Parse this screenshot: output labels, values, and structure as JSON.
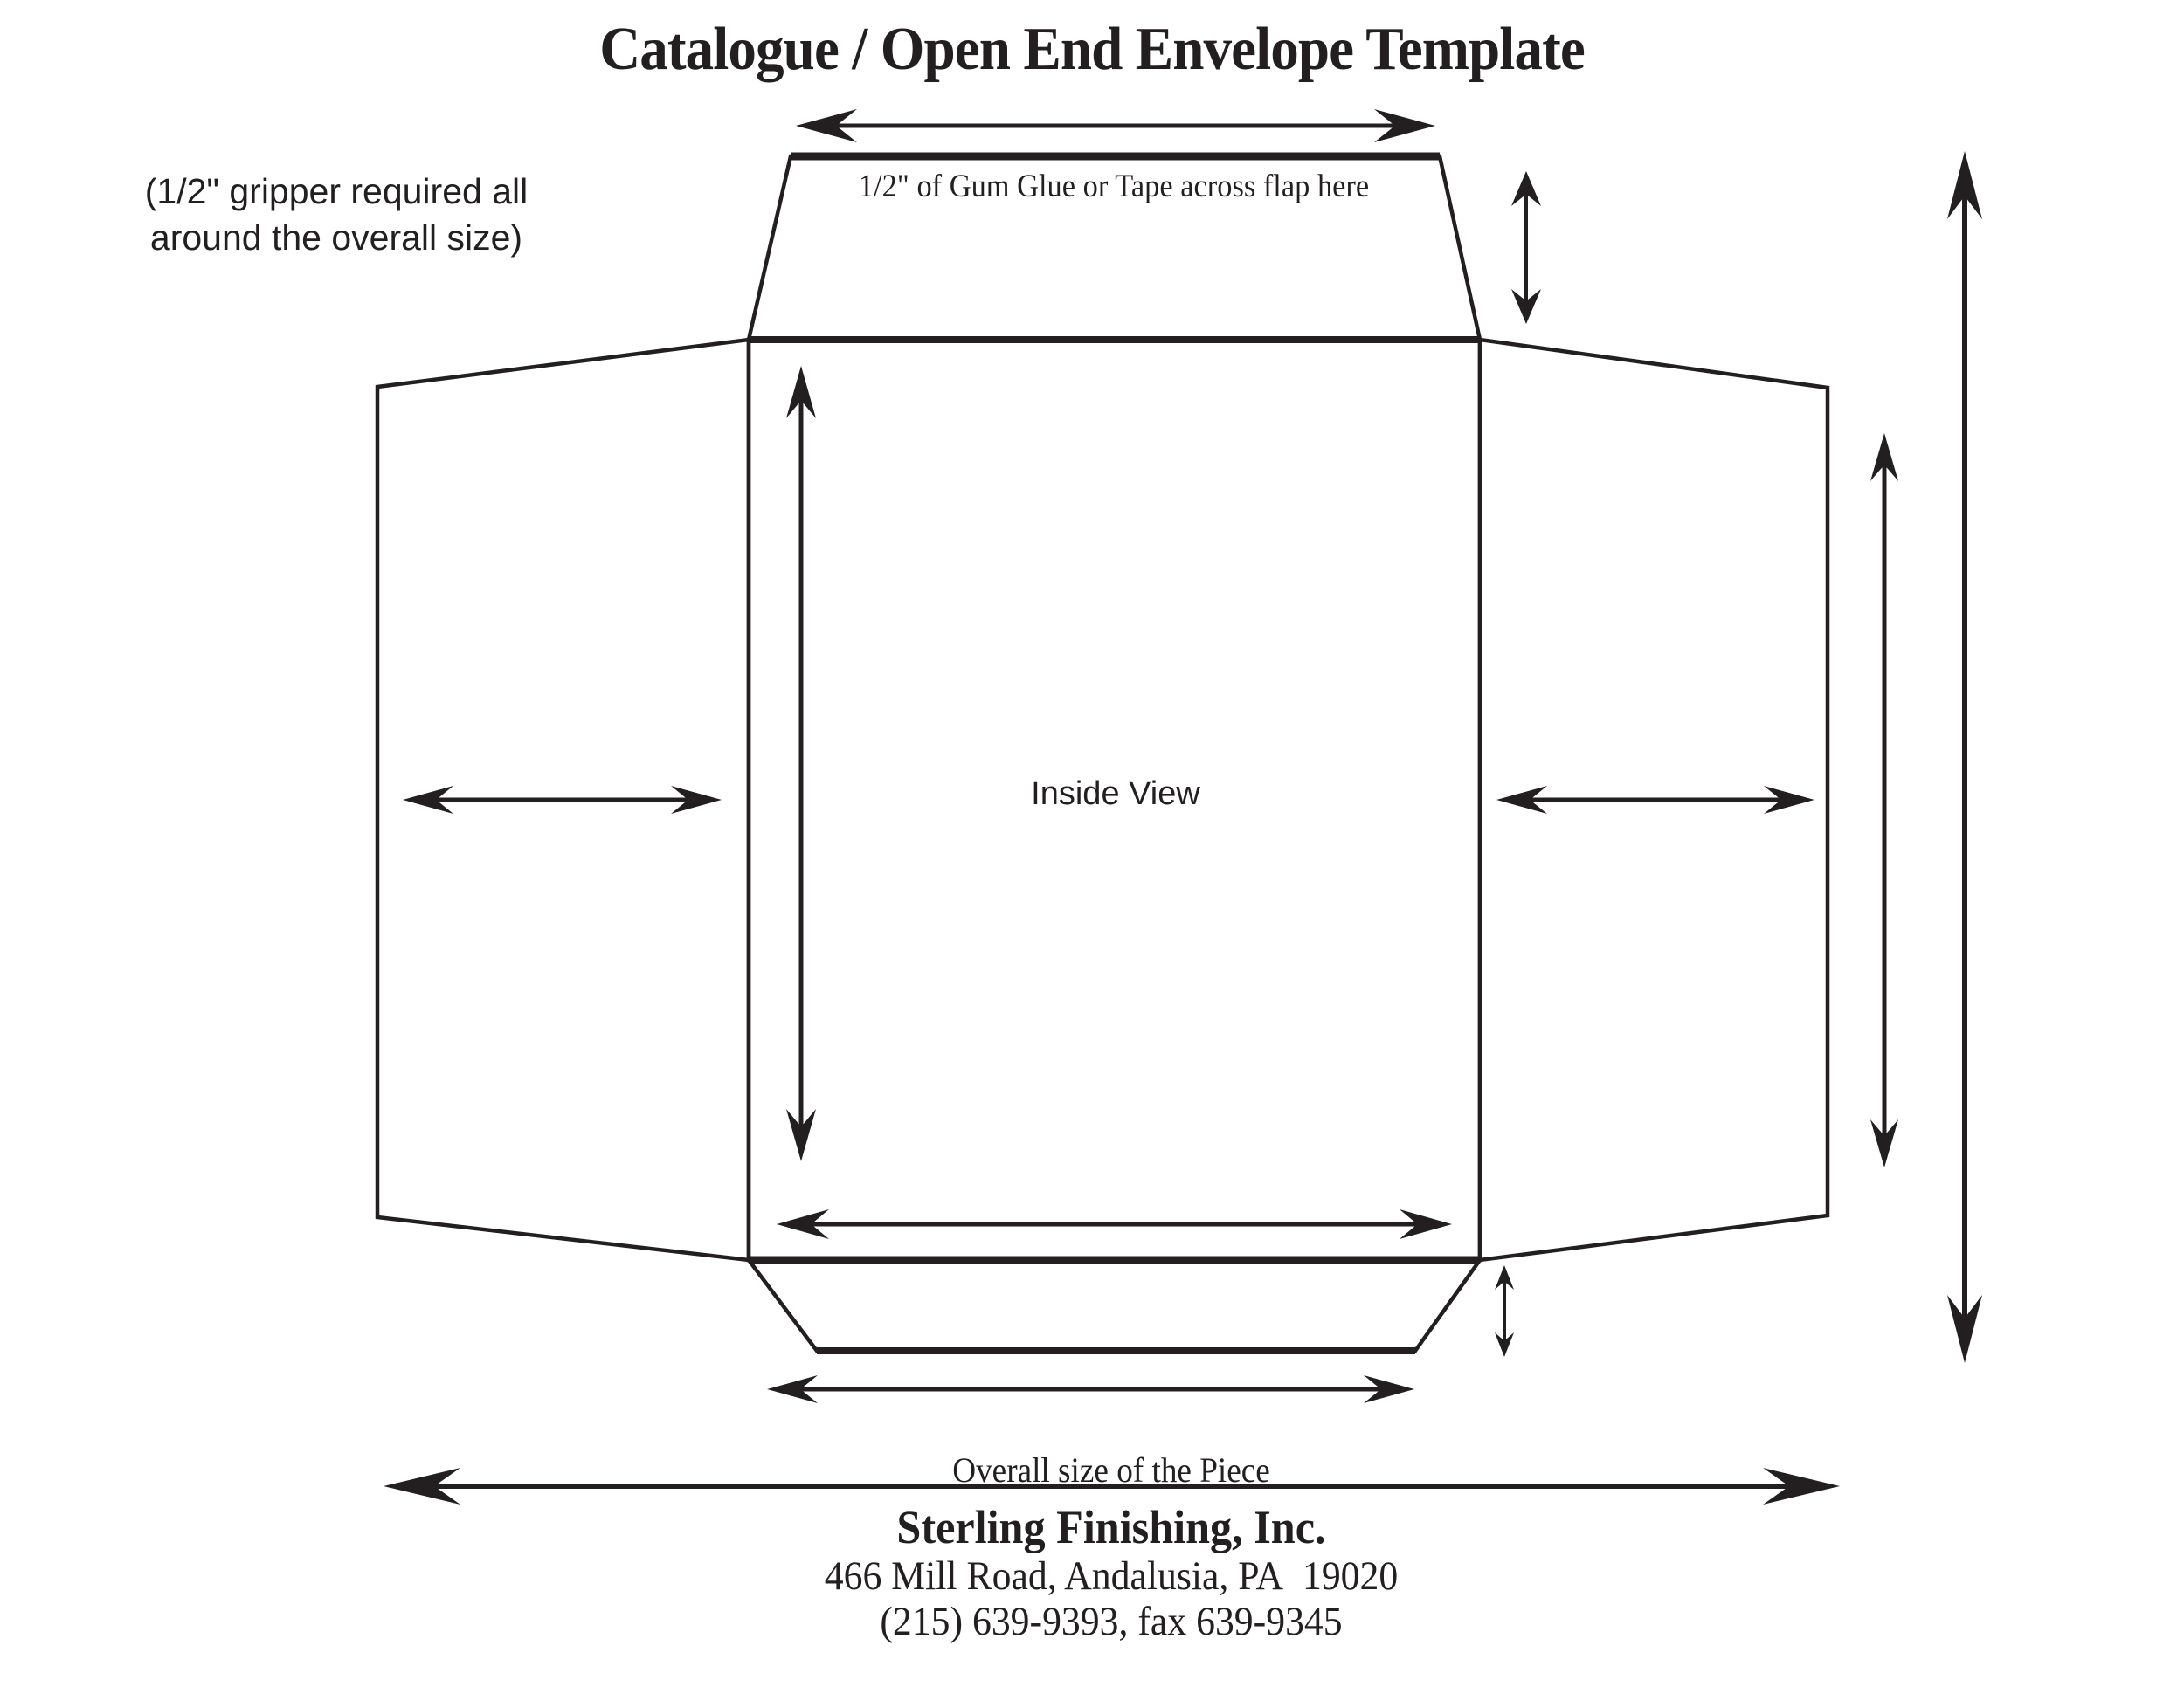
{
  "page": {
    "title": "Catalogue / Open End Envelope Template",
    "ink_color": "#231f20",
    "background": "#ffffff"
  },
  "gripper_note": {
    "line1": "(1/2\" gripper required all",
    "line2": "around the overall size)"
  },
  "labels": {
    "glue_flap": "1/2\" of Gum Glue or Tape across flap here",
    "inside_view": "Inside View",
    "overall_size": "Overall size of the Piece"
  },
  "footer": {
    "company": "Sterling Finishing, Inc.",
    "address": "466 Mill Road, Andalusia, PA  19020",
    "phone": "(215) 639-9393, fax 639-9345"
  }
}
